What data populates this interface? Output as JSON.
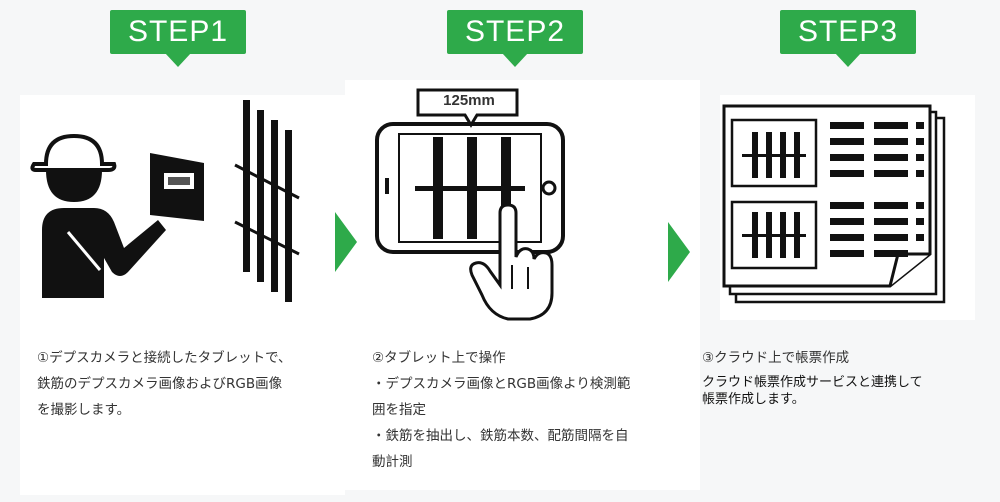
{
  "steps": [
    {
      "badge": "STEP1",
      "description": [
        "①デプスカメラと接続したタブレットで、",
        "鉄筋のデプスカメラ画像およびRGB画像",
        "を撮影します。"
      ]
    },
    {
      "badge": "STEP2",
      "measurement_label": "125mm",
      "description": [
        "②タブレット上で操作",
        "・デプスカメラ画像とRGB画像より検測範",
        "囲を指定",
        "・鉄筋を抽出し、鉄筋本数、配筋間隔を自",
        "動計測"
      ]
    },
    {
      "badge": "STEP3",
      "description": [
        "③クラウド上で帳票作成",
        "クラウド帳票作成サービスと連携して",
        "帳票作成します。"
      ]
    }
  ],
  "colors": {
    "accent": "#2eaa4a",
    "ink": "#111111"
  },
  "icons": [
    "worker-icon",
    "depth-camera-icon",
    "rebar-grid-icon",
    "tablet-icon",
    "hand-pointer-icon",
    "report-document-icon",
    "step-arrow-icon"
  ]
}
